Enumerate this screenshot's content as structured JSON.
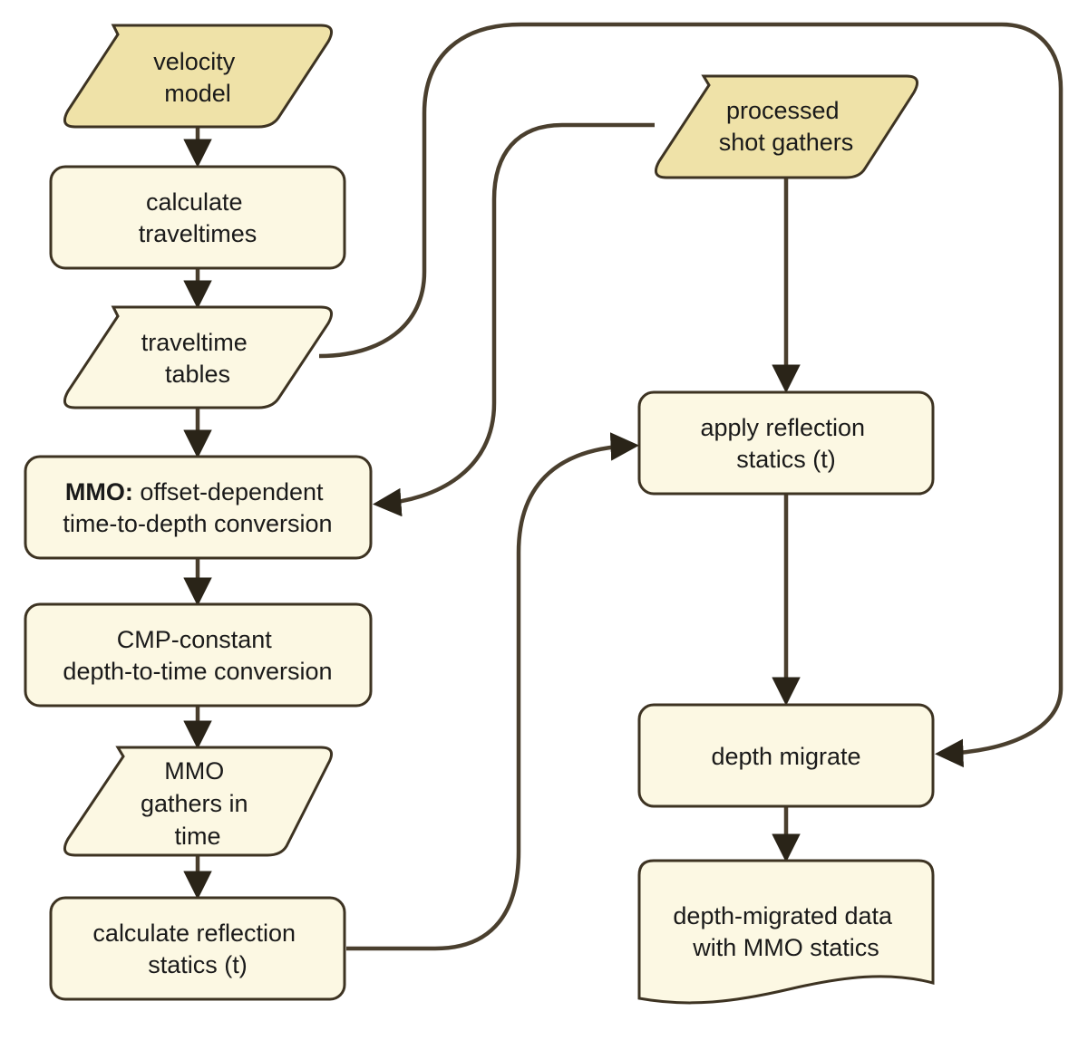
{
  "nodes": {
    "velocity_model": {
      "lines": [
        "velocity",
        "model"
      ]
    },
    "calc_traveltimes": {
      "lines": [
        "calculate",
        "traveltimes"
      ]
    },
    "traveltime_tables": {
      "lines": [
        "traveltime",
        "tables"
      ]
    },
    "mmo_conversion": {
      "bold": "MMO:",
      "rest": " offset-dependent",
      "line2": "time-to-depth conversion"
    },
    "cmp_conversion": {
      "lines": [
        "CMP-constant",
        "depth-to-time conversion"
      ]
    },
    "mmo_gathers": {
      "lines": [
        "MMO",
        "gathers in",
        "time"
      ]
    },
    "calc_statics": {
      "lines": [
        "calculate reflection",
        "statics (t)"
      ]
    },
    "shot_gathers": {
      "lines": [
        "processed",
        "shot gathers"
      ]
    },
    "apply_statics": {
      "lines": [
        "apply reflection",
        "statics (t)"
      ]
    },
    "depth_migrate": {
      "lines": [
        "depth migrate"
      ]
    },
    "migrated_data": {
      "lines": [
        "depth-migrated data",
        "with MMO statics"
      ]
    }
  },
  "colors": {
    "input_fill": "#efe2a8",
    "box_fill": "#fcf8e3",
    "stroke": "#3d3322",
    "arrow": "#4a3f2e"
  }
}
